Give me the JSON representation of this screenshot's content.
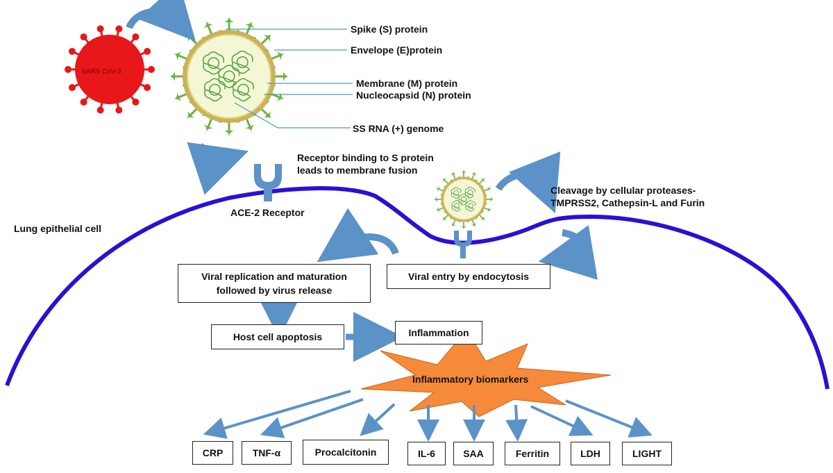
{
  "virus": {
    "name": "SARS CoV-2"
  },
  "structure_labels": {
    "spike": "Spike (S) protein",
    "envelope": "Envelope (E)protein",
    "membrane": "Membrane (M) protein",
    "nucleocapsid": "Nucleocapsid (N) protein",
    "genome": "SS RNA (+) genome"
  },
  "steps": {
    "receptor_binding_line1": "Receptor binding to S protein",
    "receptor_binding_line2": "leads to membrane fusion",
    "ace2": "ACE-2 Receptor",
    "lung_cell": "Lung epithelial cell",
    "cleavage_line1": "Cleavage by  cellular proteases-",
    "cleavage_line2": "TMPRSS2, Cathepsin-L and Furin",
    "replication_line1": "Viral replication and maturation",
    "replication_line2": "followed by virus release",
    "viral_entry": "Viral entry by endocytosis",
    "apoptosis": "Host cell apoptosis",
    "inflammation": "Inflammation",
    "biomarkers": "Inflammatory biomarkers"
  },
  "markers": [
    "CRP",
    "TNF-α",
    "Procalcitonin",
    "IL-6",
    "SAA",
    "Ferritin",
    "LDH",
    "LIGHT"
  ],
  "colors": {
    "membrane": "#2a0fd6",
    "virus_red": "#e8171a",
    "virion_ring": "#c9b25a",
    "spike_green": "#6db33f",
    "arrow_blue": "#5b92c8",
    "star_orange": "#f58a3a"
  }
}
